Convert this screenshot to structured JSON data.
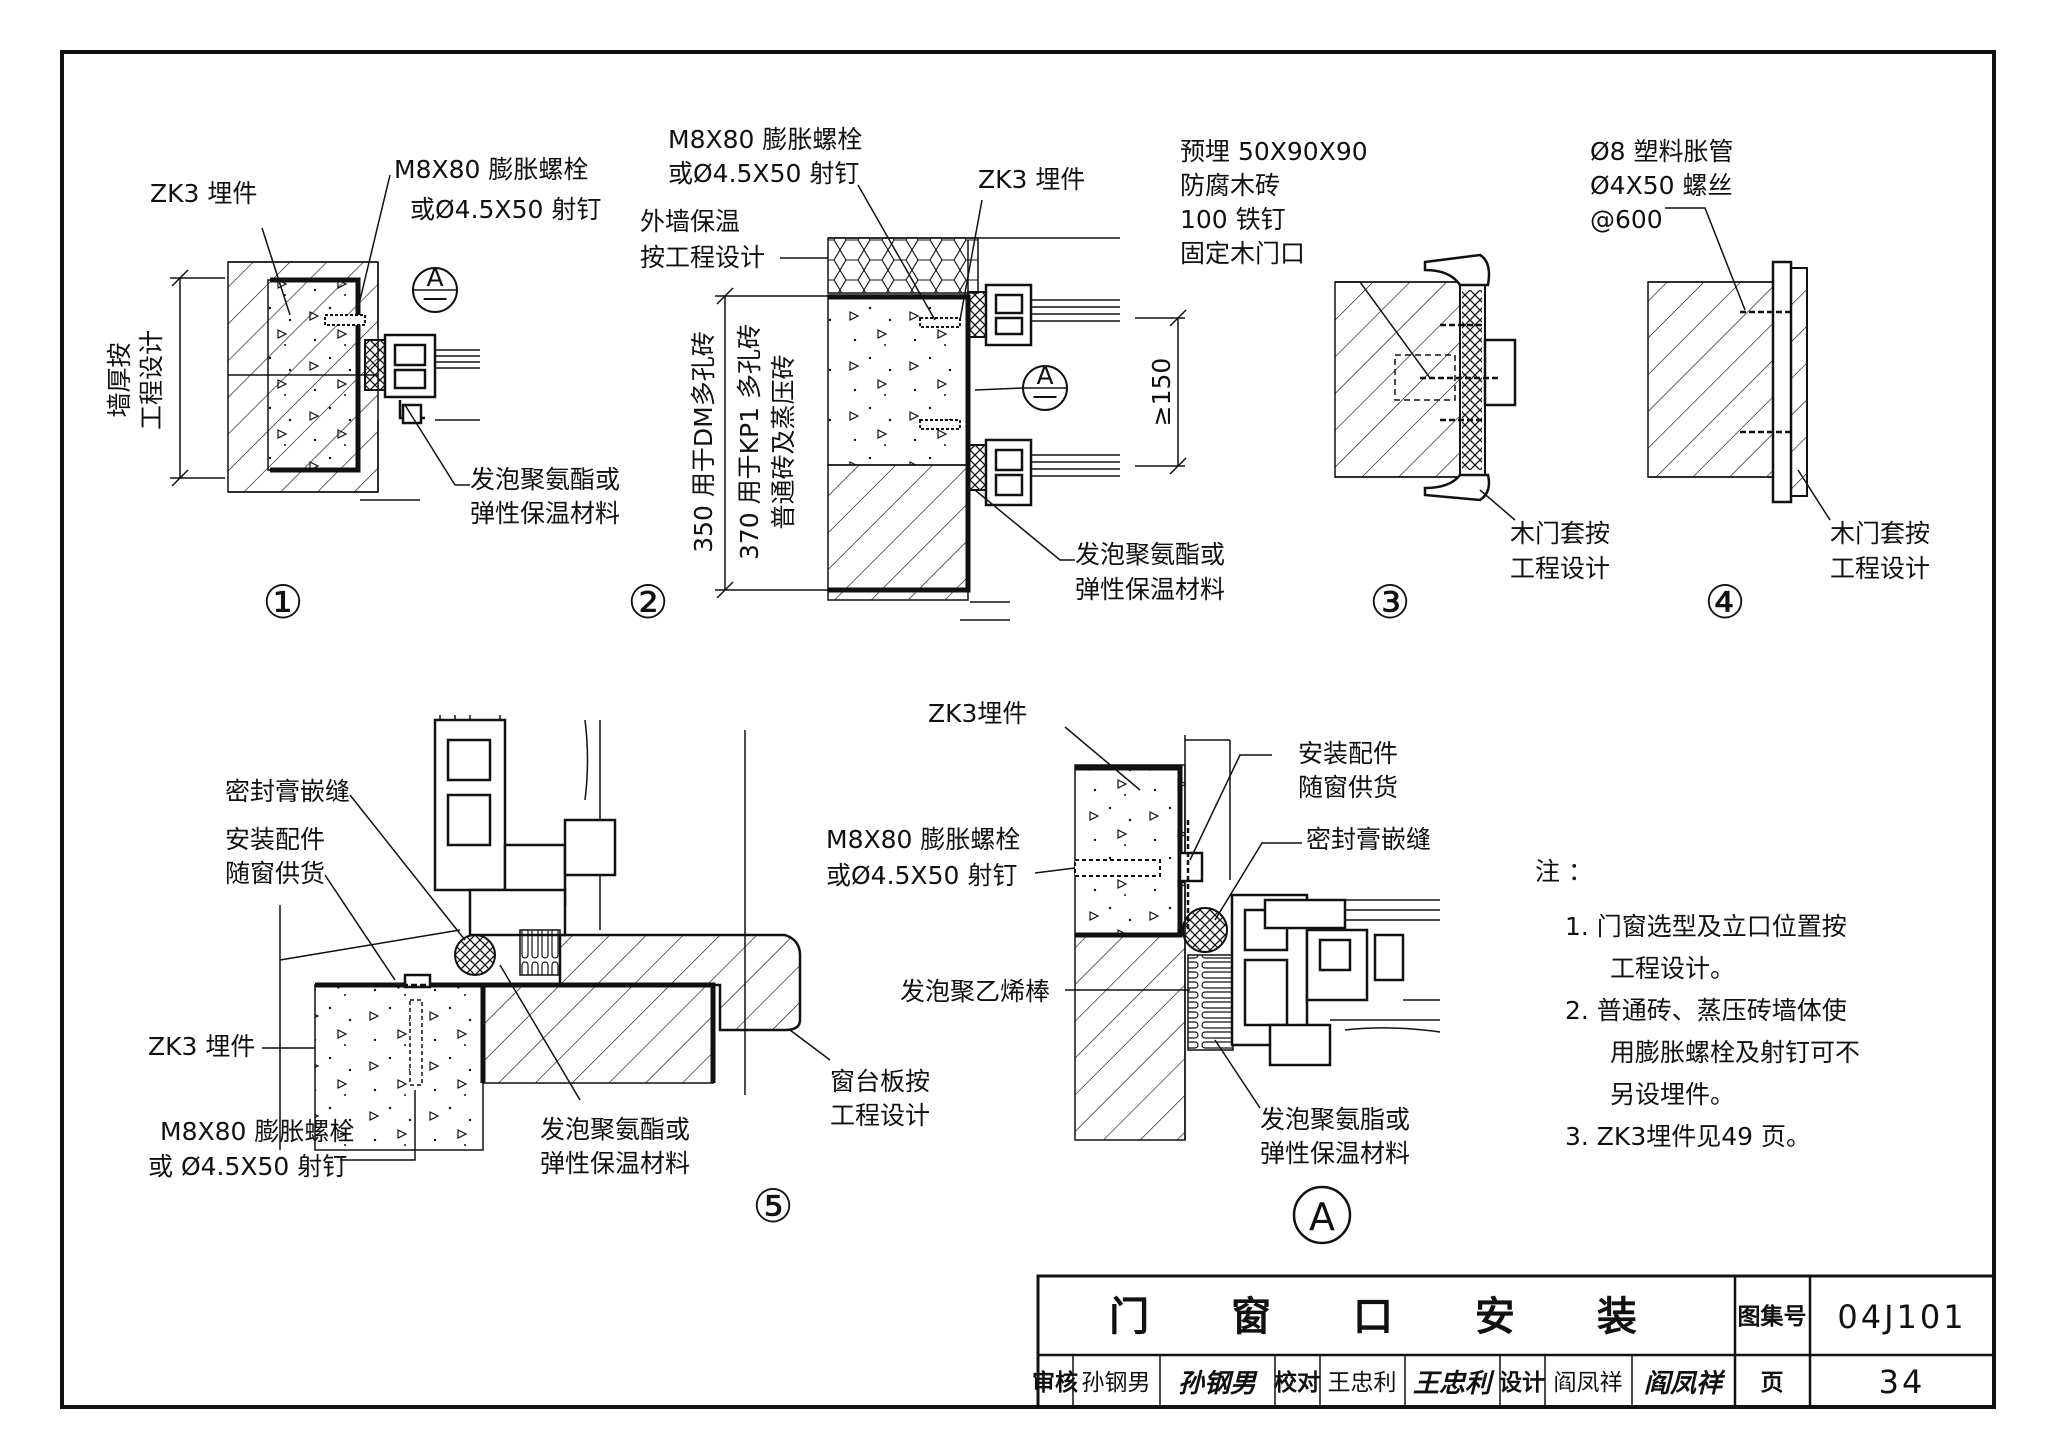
{
  "detail1": {
    "number": "①",
    "labels": {
      "zk3": "ZK3 埋件",
      "bolt_line1": "M8X80 膨胀螺栓",
      "bolt_line2": "或Ø4.5X50 射钉",
      "wall_line1": "墙厚按",
      "wall_line2": "工程设计",
      "foam_line1": "发泡聚氨酯或",
      "foam_line2": "弹性保温材料",
      "ref_top": "A",
      "ref_bottom": "一"
    }
  },
  "detail2": {
    "number": "②",
    "labels": {
      "bolt_line1": "M8X80 膨胀螺栓",
      "bolt_line2": "或Ø4.5X50 射钉",
      "zk3": "ZK3 埋件",
      "insul_line1": "外墙保温",
      "insul_line2": "按工程设计",
      "dim_350": "350 用于DM多孔砖",
      "dim_370_line1": "370 用于KP1 多孔砖",
      "dim_370_line2": "普通砖及蒸压砖",
      "dim_150": "≥150",
      "foam_line1": "发泡聚氨酯或",
      "foam_line2": "弹性保温材料",
      "ref_top": "A",
      "ref_bottom": "一"
    }
  },
  "detail3": {
    "number": "③",
    "labels": {
      "line1": "预埋 50X90X90",
      "line2": "防腐木砖",
      "line3": "100 铁钉",
      "line4": "固定木门口",
      "casing_line1": "木门套按",
      "casing_line2": "工程设计"
    }
  },
  "detail4": {
    "number": "④",
    "labels": {
      "line1": "Ø8 塑料胀管",
      "line2": "Ø4X50 螺丝",
      "line3": "@600",
      "casing_line1": "木门套按",
      "casing_line2": "工程设计"
    }
  },
  "detail5": {
    "number": "⑤",
    "labels": {
      "sealant": "密封膏嵌缝",
      "acc_line1": "安装配件",
      "acc_line2": "随窗供货",
      "zk3": "ZK3 埋件",
      "bolt_line1": "M8X80 膨胀螺栓",
      "bolt_line2": "或 Ø4.5X50 射钉",
      "foam_line1": "发泡聚氨酯或",
      "foam_line2": "弹性保温材料",
      "sill_line1": "窗台板按",
      "sill_line2": "工程设计"
    }
  },
  "detailA": {
    "number": "A",
    "labels": {
      "zk3": "ZK3埋件",
      "acc_line1": "安装配件",
      "acc_line2": "随窗供货",
      "sealant": "密封膏嵌缝",
      "bolt_line1": "M8X80 膨胀螺栓",
      "bolt_line2": "或Ø4.5X50 射钉",
      "pe_rod": "发泡聚乙烯棒",
      "foam_line1": "发泡聚氨脂或",
      "foam_line2": "弹性保温材料"
    }
  },
  "notes": {
    "heading": "注 ：",
    "items": [
      "1. 门窗选型及立口位置按",
      "工程设计。",
      "2. 普通砖、蒸压砖墙体使",
      "用膨胀螺栓及射钉可不",
      "另设埋件。",
      "3. ZK3埋件见49 页。"
    ]
  },
  "title_block": {
    "title": "门 窗 口 安 装",
    "atlas_label": "图集号",
    "atlas_no": "04J101",
    "review_label": "审核",
    "reviewer": "孙钢男",
    "reviewer_sig": "孙钢男",
    "check_label": "校对",
    "checker": "王忠利",
    "checker_sig": "王忠利",
    "design_label": "设计",
    "designer": "阎凤祥",
    "designer_sig": "阎凤祥",
    "page_label": "页",
    "page_no": "34"
  }
}
